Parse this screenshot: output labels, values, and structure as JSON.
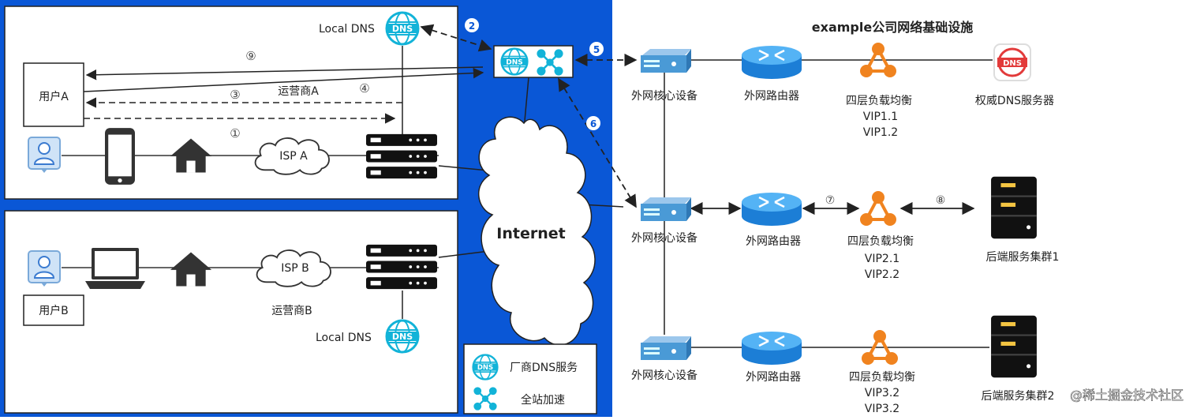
{
  "title": "example公司网络基础设施",
  "internet_label": "Internet",
  "colors": {
    "blue_bg": "#0a57d6",
    "dns_teal": "#12b3d8",
    "lb_orange": "#f0831f",
    "auth_dns_red": "#e23a3a",
    "router_blue": "#2196f3",
    "core_switch": "#4a9ad6",
    "arrow": "#222222"
  },
  "left_top": {
    "local_dns_label": "Local DNS",
    "user_label": "用户A",
    "isp_label": "ISP A",
    "carrier_label": "运营商A",
    "step_1": "①",
    "step_3": "③",
    "step_4": "④",
    "step_9": "⑨"
  },
  "left_bottom": {
    "user_label": "用户B",
    "isp_label": "ISP B",
    "carrier_label": "运营商B",
    "local_dns_label": "Local DNS"
  },
  "center": {
    "step_2": "2",
    "step_5": "5",
    "step_6": "6"
  },
  "legend": {
    "dns_service_label": "厂商DNS服务",
    "acceleration_label": "全站加速"
  },
  "rows": [
    {
      "core_label": "外网核心设备",
      "router_label": "外网路由器",
      "lb_label": "四层负载均衡",
      "vips": [
        "VIP1.1",
        "VIP1.2"
      ],
      "end_label": "权威DNS服务器",
      "end_type": "dns-server"
    },
    {
      "core_label": "外网核心设备",
      "router_label": "外网路由器",
      "lb_label": "四层负载均衡",
      "vips": [
        "VIP2.1",
        "VIP2.2"
      ],
      "end_label": "后端服务集群1",
      "end_type": "server-cluster",
      "step_7": "⑦",
      "step_8": "⑧"
    },
    {
      "core_label": "外网核心设备",
      "router_label": "外网路由器",
      "lb_label": "四层负载均衡",
      "vips": [
        "VIP3.2",
        "VIP3.2"
      ],
      "end_label": "后端服务集群2",
      "end_type": "server-cluster"
    }
  ],
  "watermark": "@稀土掘金技术社区"
}
